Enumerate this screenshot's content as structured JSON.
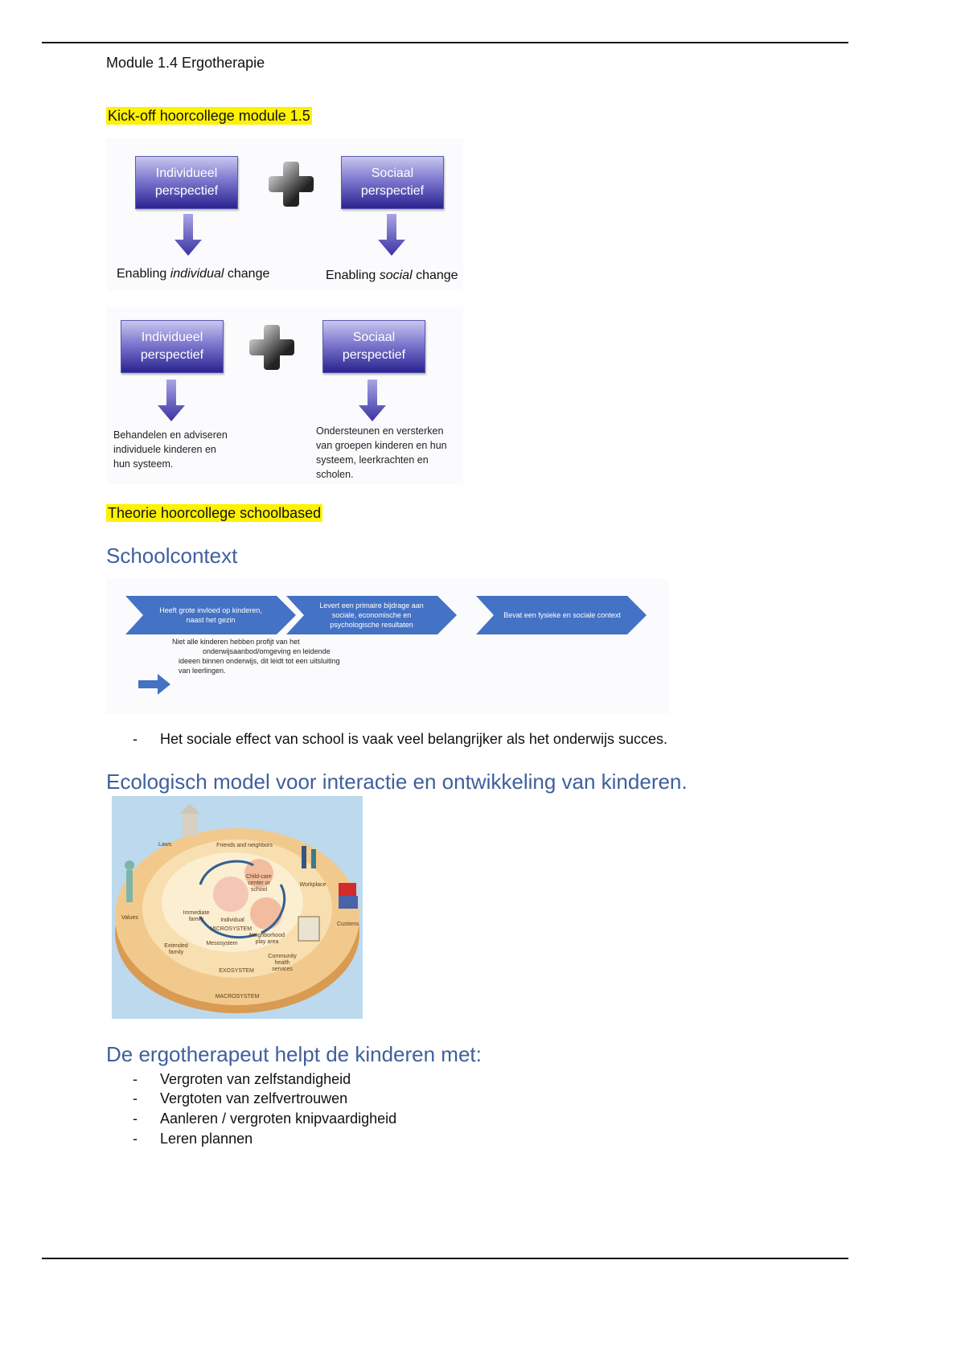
{
  "header": {
    "title": "Module 1.4 Ergotherapie"
  },
  "section1": {
    "heading": "Kick-off hoorcollege module 1.5",
    "diagram1": {
      "left_box": [
        "Individueel",
        "perspectief"
      ],
      "right_box": [
        "Sociaal",
        "perspectief"
      ],
      "left_caption": {
        "pre": "Enabling ",
        "em": "individual",
        "post": " change"
      },
      "right_caption": {
        "pre": "Enabling ",
        "em": "social",
        "post": " change"
      }
    },
    "diagram2": {
      "left_box": [
        "Individueel",
        "perspectief"
      ],
      "right_box": [
        "Sociaal",
        "perspectief"
      ],
      "left_caption": [
        "Behandelen en adviseren",
        "individuele kinderen en",
        "hun systeem."
      ],
      "right_caption": [
        "Ondersteunen en versterken",
        "van groepen kinderen en hun",
        "systeem, leerkrachten en",
        "scholen."
      ]
    }
  },
  "section2": {
    "heading": "Theorie hoorcollege schoolbased",
    "schoolcontext": {
      "title": "Schoolcontext",
      "chevrons": [
        [
          "Heeft grote invloed op kinderen,",
          "naast het gezin"
        ],
        [
          "Levert een primaire bijdrage aan",
          "sociale, economische en",
          "psychologische resultaten"
        ],
        [
          "Bevat een fysieke en sociale context"
        ]
      ],
      "note": [
        "Niet alle kinderen hebben profijt van het",
        "onderwijsaanbod/omgeving en leidende",
        "ideeen binnen onderwijs, dit leidt tot een uitsluiting",
        "van leerlingen."
      ]
    },
    "bullet": "Het sociale effect van school is vaak veel belangrijker als het onderwijs succes."
  },
  "section3": {
    "title": "Ecologisch model voor interactie en ontwikkeling van kinderen.",
    "labels": {
      "laws": "Laws",
      "friends": "Friends and neighbors",
      "childcare": "Child-care center or school",
      "workplace": "Workplace",
      "values": "Values",
      "immediate": "Immediate family",
      "individual": "Individual",
      "microsystem": "MICROSYSTEM",
      "mesosystem": "Mesosystem",
      "neighborhood": "Neighborhood play area",
      "customs": "Customs",
      "extended": "Extended family",
      "community": "Community health services",
      "exosystem": "EXOSYSTEM",
      "macrosystem": "MACROSYSTEM"
    }
  },
  "section4": {
    "title": "De ergotherapeut helpt de kinderen met:",
    "items": [
      "Vergroten van zelfstandigheid",
      "Vergtoten van zelfvertrouwen",
      "Aanleren / vergroten knipvaardigheid",
      "Leren plannen"
    ]
  }
}
